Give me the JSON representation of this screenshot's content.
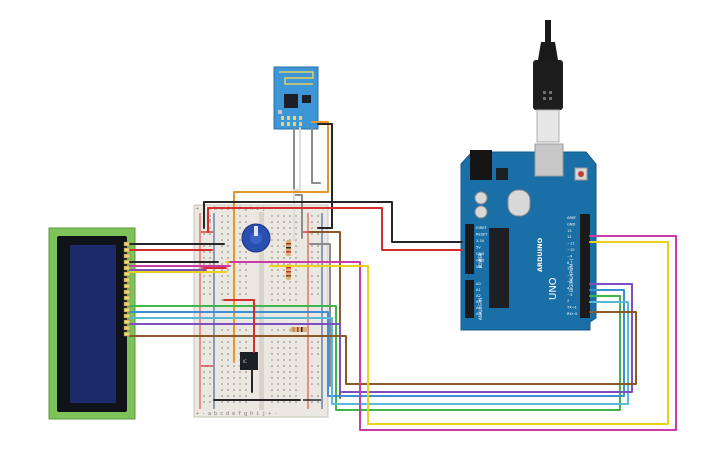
{
  "colors": {
    "background": "#ffffff",
    "lcd_board": "#7dc35a",
    "lcd_screen": "#1c2a6b",
    "lcd_bezel": "#101318",
    "breadboard": "#ebe8e2",
    "rail_red": "#d93a3a",
    "rail_blue": "#2a4d9a",
    "arduino_board": "#1a6fa6",
    "esp_board": "#3d97d6",
    "potentiometer": "#2a4fb0",
    "wire_black": "#262626",
    "wire_red": "#d62e2e",
    "wire_orange": "#e6962a",
    "wire_yellow": "#e8d21a",
    "wire_pink": "#cc3aa8",
    "wire_green": "#3fb54a",
    "wire_blue": "#3a8fd6",
    "wire_cyan": "#5ab9d8",
    "wire_brown": "#8a5a2b",
    "wire_purple": "#7d4fc2",
    "wire_gray": "#8c8c8c",
    "wire_white": "#dcdcdc"
  },
  "breadboard": {
    "top_row_letters": "+ - a b c d e   f g h i j + -",
    "bottom_row_letters": "+ - a b c d e   f g h i j + -"
  },
  "arduino": {
    "brand_text": "ARDUINO",
    "model_text": "UNO",
    "digital_label": "DIGITAL (PWM~)",
    "analog_label": "ANALOG IN",
    "power_label": "POWER",
    "power_pins": [
      "IOREF",
      "RESET",
      "3.3V",
      "5V",
      "GND",
      "GND",
      "VIN"
    ],
    "analog_pins": [
      "A0",
      "A1",
      "A2",
      "A3",
      "A4",
      "A5"
    ],
    "digital_pins": [
      "AREF",
      "GND",
      "13",
      "12",
      "~11",
      "~10",
      "~9",
      "8",
      "7",
      "~6",
      "~5",
      "4",
      "~3",
      "2",
      "TX→1",
      "RX←0"
    ]
  },
  "ic": {
    "label": "IC"
  }
}
